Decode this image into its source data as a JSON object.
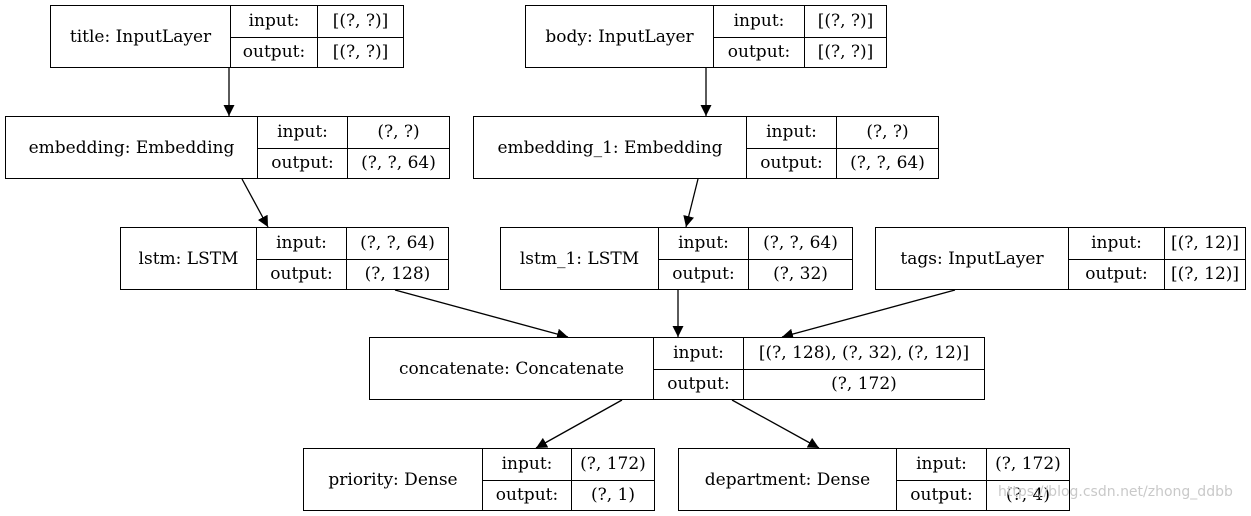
{
  "diagram": {
    "nodes": [
      {
        "id": "title",
        "name": "title: InputLayer",
        "input_label": "input:",
        "output_label": "output:",
        "input": "[(?, ?)]",
        "output": "[(?, ?)]"
      },
      {
        "id": "body",
        "name": "body: InputLayer",
        "input_label": "input:",
        "output_label": "output:",
        "input": "[(?, ?)]",
        "output": "[(?, ?)]"
      },
      {
        "id": "embedding",
        "name": "embedding: Embedding",
        "input_label": "input:",
        "output_label": "output:",
        "input": "(?, ?)",
        "output": "(?, ?, 64)"
      },
      {
        "id": "embedding_1",
        "name": "embedding_1: Embedding",
        "input_label": "input:",
        "output_label": "output:",
        "input": "(?, ?)",
        "output": "(?, ?, 64)"
      },
      {
        "id": "lstm",
        "name": "lstm: LSTM",
        "input_label": "input:",
        "output_label": "output:",
        "input": "(?, ?, 64)",
        "output": "(?, 128)"
      },
      {
        "id": "lstm_1",
        "name": "lstm_1: LSTM",
        "input_label": "input:",
        "output_label": "output:",
        "input": "(?, ?, 64)",
        "output": "(?, 32)"
      },
      {
        "id": "tags",
        "name": "tags: InputLayer",
        "input_label": "input:",
        "output_label": "output:",
        "input": "[(?, 12)]",
        "output": "[(?, 12)]"
      },
      {
        "id": "concatenate",
        "name": "concatenate: Concatenate",
        "input_label": "input:",
        "output_label": "output:",
        "input": "[(?, 128), (?, 32), (?, 12)]",
        "output": "(?, 172)"
      },
      {
        "id": "priority",
        "name": "priority: Dense",
        "input_label": "input:",
        "output_label": "output:",
        "input": "(?, 172)",
        "output": "(?, 1)"
      },
      {
        "id": "department",
        "name": "department: Dense",
        "input_label": "input:",
        "output_label": "output:",
        "input": "(?, 172)",
        "output": "(?, 4)"
      }
    ],
    "edges": [
      {
        "from": "title",
        "to": "embedding"
      },
      {
        "from": "body",
        "to": "embedding_1"
      },
      {
        "from": "embedding",
        "to": "lstm"
      },
      {
        "from": "embedding_1",
        "to": "lstm_1"
      },
      {
        "from": "lstm",
        "to": "concatenate"
      },
      {
        "from": "lstm_1",
        "to": "concatenate"
      },
      {
        "from": "tags",
        "to": "concatenate"
      },
      {
        "from": "concatenate",
        "to": "priority"
      },
      {
        "from": "concatenate",
        "to": "department"
      }
    ]
  },
  "watermark": "https://blog.csdn.net/zhong_ddbb",
  "colors": {
    "stroke": "#000000",
    "background": "#ffffff",
    "watermark": "#c9c9c9"
  }
}
